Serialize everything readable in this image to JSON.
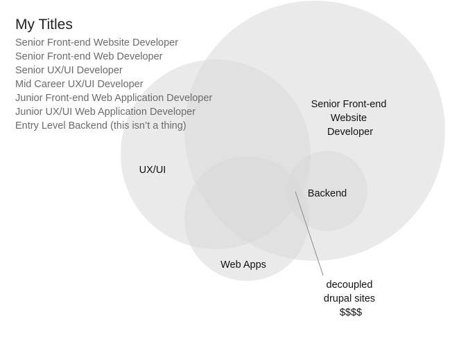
{
  "titles": {
    "heading": "My Titles",
    "items": [
      "Senior Front-end Website Developer",
      "Senior Front-end Web Developer",
      "Senior UX/UI Developer",
      "Mid Career UX/UI Developer",
      "Junior Front-end Web Application Developer",
      "Junior UX/UI Web Application Developer",
      "Entry Level Backend (this isn’t a thing)"
    ]
  },
  "diagram": {
    "circle_color": "#d9d9d9",
    "circle_opacity": 0.55,
    "label_color": "#111111",
    "pointer_color": "#8a8a8a",
    "circles": {
      "senior_frontend": [
        "Senior Front-end",
        "Website",
        "Developer"
      ],
      "uxui": "UX/UI",
      "backend": "Backend",
      "webapps": "Web Apps"
    },
    "annotation": [
      "decoupled",
      "drupal sites",
      "$$$$"
    ]
  }
}
